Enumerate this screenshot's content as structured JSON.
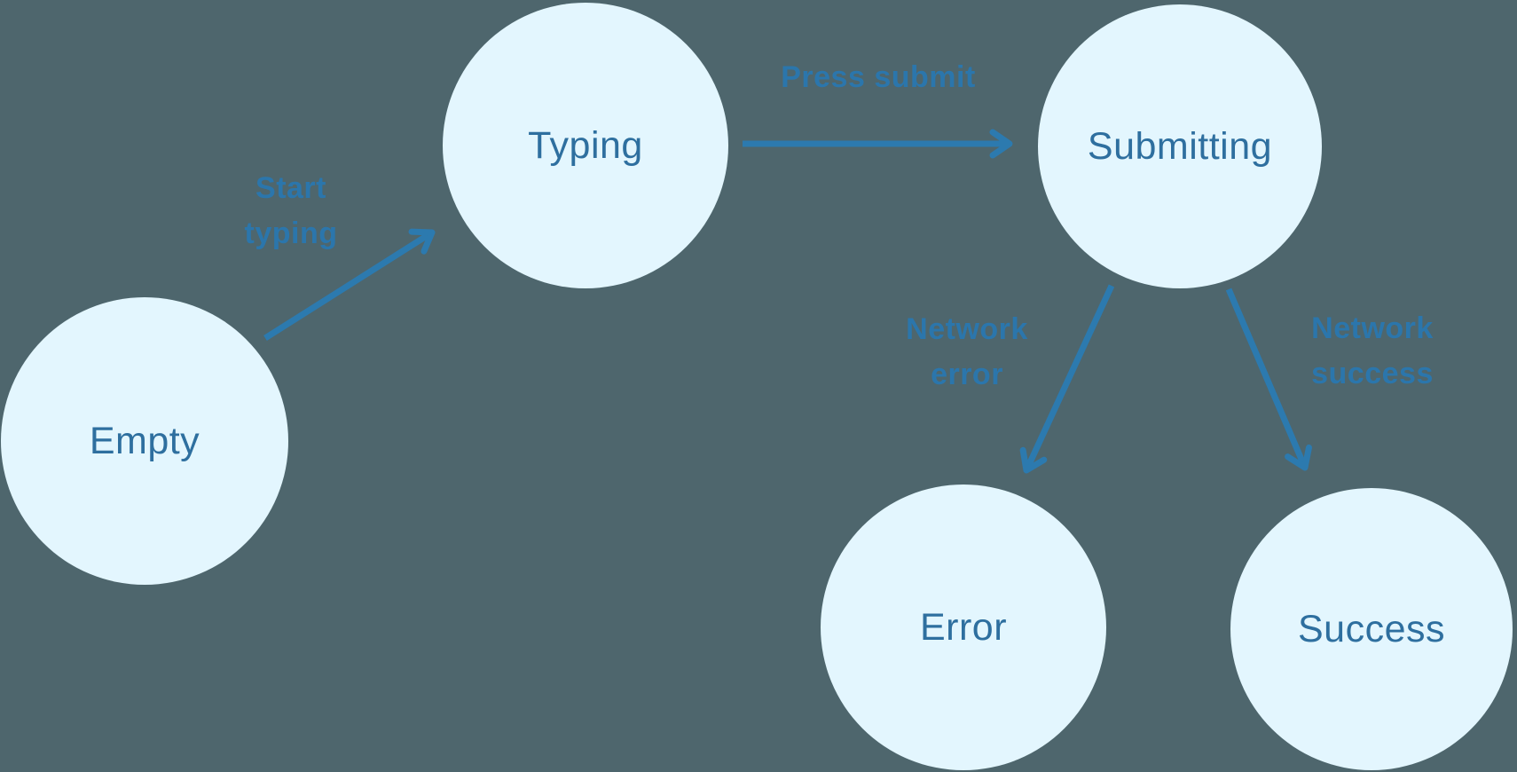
{
  "colors": {
    "background": "#4E666D",
    "node_fill": "#E3F6FE",
    "node_text": "#2E6F9F",
    "arrow": "#2C7AAF",
    "edge_label": "#2B76AC"
  },
  "diagram": {
    "type": "state-machine",
    "nodes": {
      "empty": {
        "label": "Empty"
      },
      "typing": {
        "label": "Typing"
      },
      "submitting": {
        "label": "Submitting"
      },
      "error": {
        "label": "Error"
      },
      "success": {
        "label": "Success"
      }
    },
    "edges": {
      "start_typing": {
        "from": "Empty",
        "to": "Typing",
        "lines": [
          "Start",
          "typing"
        ]
      },
      "press_submit": {
        "from": "Typing",
        "to": "Submitting",
        "lines": [
          "Press submit"
        ]
      },
      "network_error": {
        "from": "Submitting",
        "to": "Error",
        "lines": [
          "Network",
          "error"
        ]
      },
      "network_success": {
        "from": "Submitting",
        "to": "Success",
        "lines": [
          "Network",
          "success"
        ]
      }
    }
  }
}
